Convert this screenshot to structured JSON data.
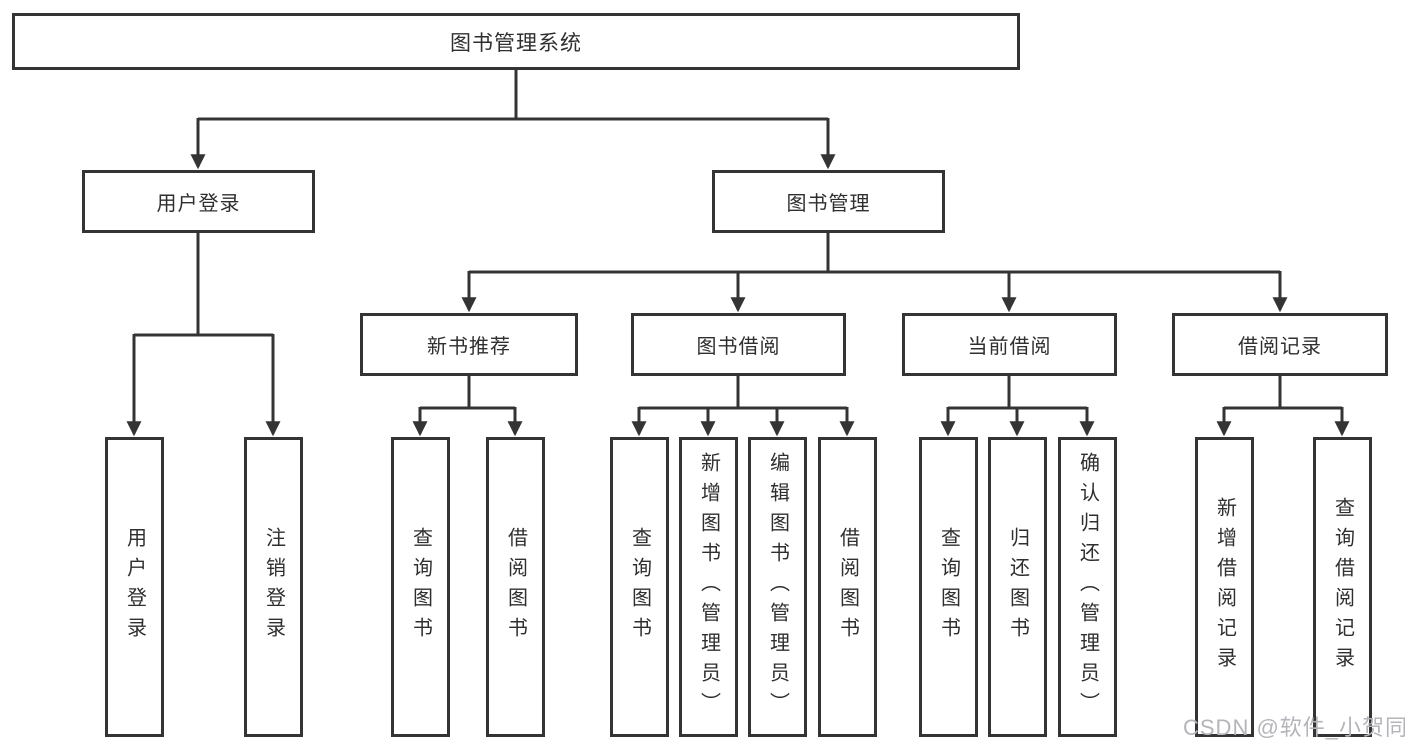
{
  "diagram": {
    "root": {
      "label": "图书管理系统"
    },
    "level2": [
      {
        "label": "用户登录"
      },
      {
        "label": "图书管理"
      }
    ],
    "level3": [
      {
        "label": "新书推荐"
      },
      {
        "label": "图书借阅"
      },
      {
        "label": "当前借阅"
      },
      {
        "label": "借阅记录"
      }
    ],
    "leaves": [
      {
        "label": "用户登录"
      },
      {
        "label": "注销登录"
      },
      {
        "label": "查询图书"
      },
      {
        "label": "借阅图书"
      },
      {
        "label": "查询图书"
      },
      {
        "label": "新增图书（管理员）"
      },
      {
        "label": "编辑图书（管理员）"
      },
      {
        "label": "借阅图书"
      },
      {
        "label": "查询图书"
      },
      {
        "label": "归还图书"
      },
      {
        "label": "确认归还（管理员）"
      },
      {
        "label": "新增借阅记录"
      },
      {
        "label": "查询借阅记录"
      }
    ]
  },
  "watermark": {
    "text": "CSDN @软件_小贺同学"
  },
  "colors": {
    "line": "#343434",
    "text": "#2f2f2f",
    "watermark": "#b4b5ba",
    "background": "#ffffff"
  }
}
